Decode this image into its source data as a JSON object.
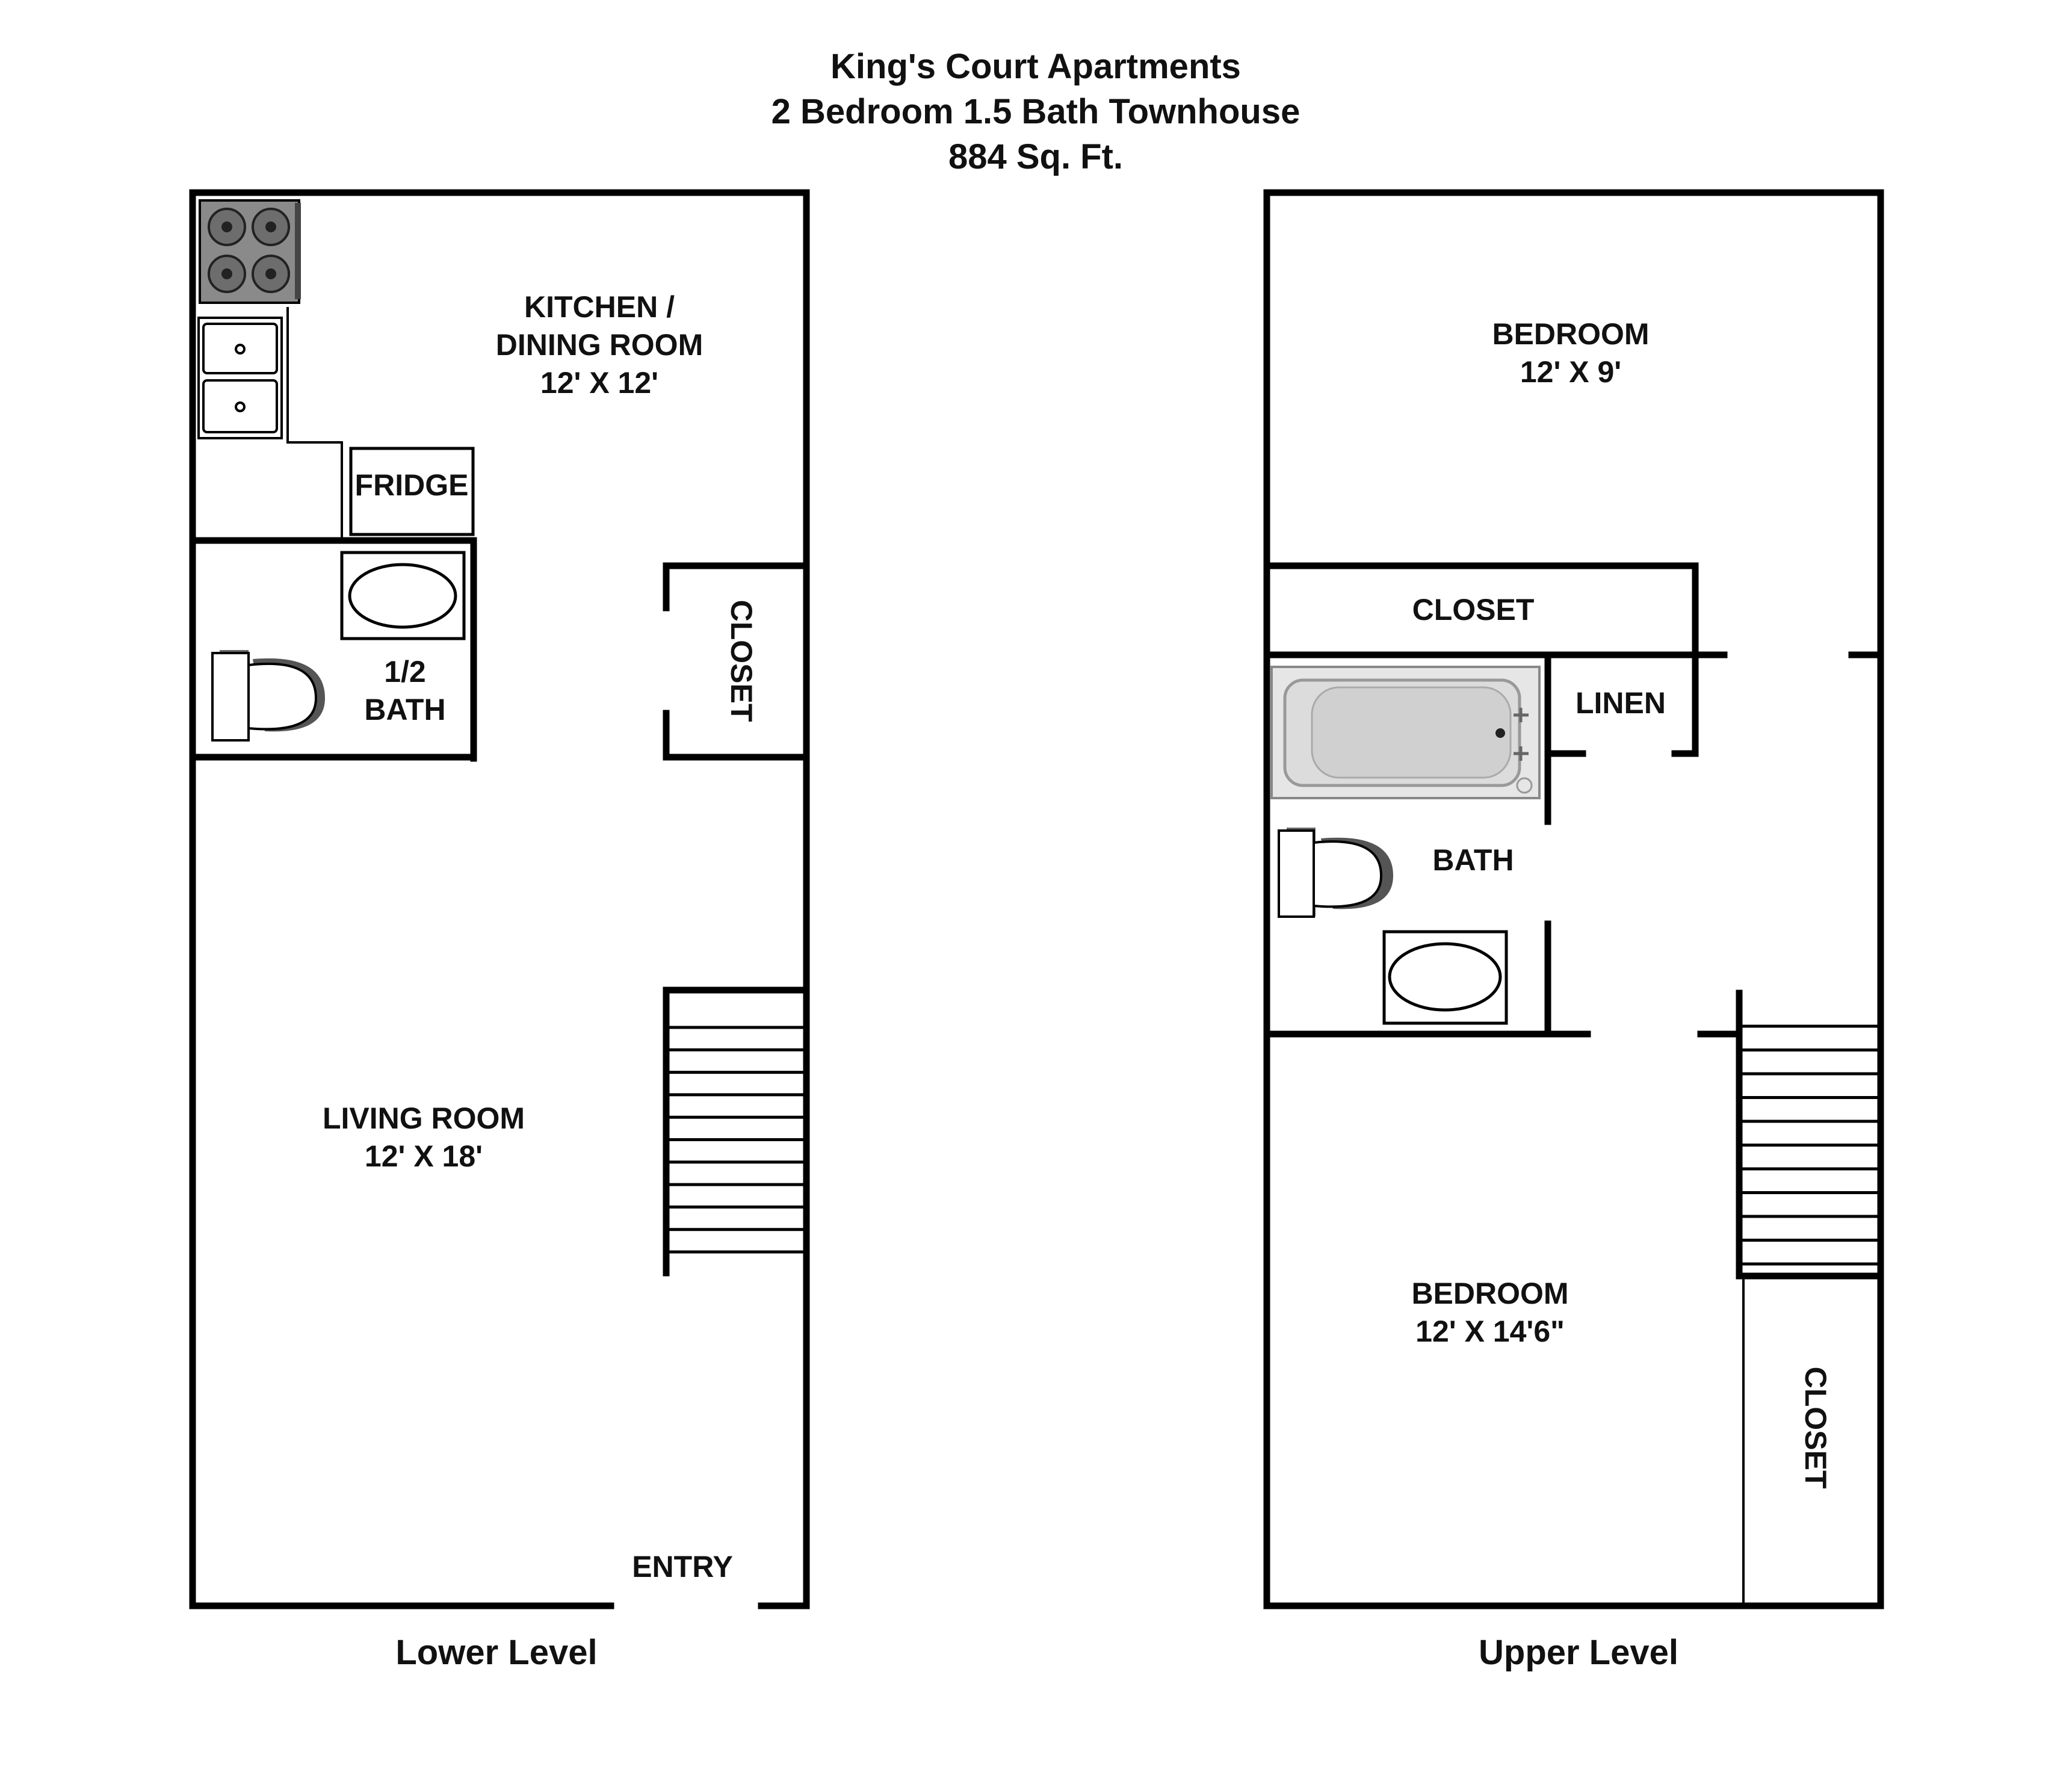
{
  "title": {
    "line1": "King's Court Apartments",
    "line2": "2 Bedroom 1.5 Bath Townhouse",
    "line3": "884 Sq. Ft."
  },
  "lower_level": {
    "label": "Lower Level",
    "rooms": {
      "kitchen_name_1": "KITCHEN /",
      "kitchen_name_2": "DINING ROOM",
      "kitchen_size": "12' X 12'",
      "fridge": "FRIDGE",
      "half_bath_1": "1/2",
      "half_bath_2": "BATH",
      "closet": "CLOSET",
      "living_name": "LIVING ROOM",
      "living_size": "12' X 18'",
      "entry": "ENTRY"
    }
  },
  "upper_level": {
    "label": "Upper Level",
    "rooms": {
      "bedroom1_name": "BEDROOM",
      "bedroom1_size": "12' X 9'",
      "closet_top": "CLOSET",
      "linen": "LINEN",
      "bath": "BATH",
      "bedroom2_name": "BEDROOM",
      "bedroom2_size": "12' X 14'6\"",
      "closet_side": "CLOSET"
    }
  }
}
